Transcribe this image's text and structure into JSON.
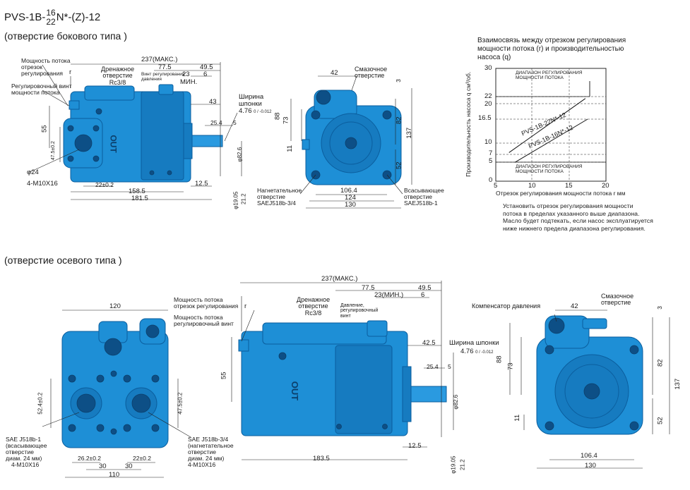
{
  "title": {
    "prefix": "PVS-1B-",
    "sup": "16",
    "sub": "22",
    "suffix": "N*-(Z)-12"
  },
  "section_side": "(отверстие бокового типа  )",
  "section_axial": "(отверстие осевого типа  )",
  "side_view": {
    "flow_rate_adj": [
      "Мощность потока",
      "отрезок",
      "регулирования"
    ],
    "flow_adj_screw": [
      "Регулировочный винт",
      "мощности потока"
    ],
    "drain_port": [
      "Дренажное",
      "отверстие",
      "Rc3/8"
    ],
    "pressure_adj_screw": [
      "Винт регулирования",
      "давления"
    ],
    "min": "МИН.",
    "key_width": [
      "Ширина",
      "шпонки"
    ],
    "key_val": "4.76",
    "key_tol": "0 / -0.012",
    "d237": "237(МАКС.)",
    "d775": "77.5",
    "d495": "49.5",
    "d23": "23",
    "d6": "6",
    "d43": "43",
    "d254": "25.4",
    "d5": "5",
    "d55": "55",
    "d475": "47.5±0.2",
    "d826": "φ82.6",
    "phi24": "φ24",
    "bolt": "4-M10X16",
    "d22": "22±0.2",
    "d125": "12.5",
    "d1585": "158.5",
    "d1815": "181.5",
    "phi1905": "φ19.05",
    "d212": "21.2",
    "r": "r"
  },
  "front_view": {
    "lubrication": [
      "Смазочное",
      "отверстие"
    ],
    "d42": "42",
    "d3": "3",
    "d88": "88",
    "d73": "73",
    "d82": "82",
    "d137": "137",
    "d11": "11",
    "d52": "52",
    "d1064": "106.4",
    "d124": "124",
    "d130": "130",
    "discharge": [
      "Нагнетательное",
      "отверстие",
      "SAEJ518b-3/4"
    ],
    "suction": [
      "Всасывающее",
      "отверстие",
      "SAEJ518b-1"
    ]
  },
  "graph": {
    "title": [
      "Взаимосвязь между отрезком регулирования",
      "мощности потока (r) и производительностью",
      "насоса (q)"
    ],
    "ylabel": "Производительность насоса q см³/об.",
    "xlabel": "Отрезок регулирования мощности потока r мм",
    "upper_range": [
      "ДИАПАЗОН РЕГУЛИРОВАНИЯ",
      "МОЩНОСТИ ПОТОКА"
    ],
    "lower_range": [
      "ДИАПАЗОН РЕГУЛИРОВАНИЯ",
      "МОЩНОСТИ ПОТОКА"
    ],
    "line1": "PVS-1B-22N*-12",
    "line2": "PVS-1B-16N*-12",
    "yticks": [
      "30",
      "22",
      "20",
      "16.5",
      "10",
      "7",
      "5",
      "0"
    ],
    "xticks": [
      "5",
      "10",
      "15",
      "20"
    ]
  },
  "chart_data": {
    "type": "line",
    "title": "Взаимосвязь между отрезком регулирования мощности потока (r) и производительностью насоса (q)",
    "xlabel": "Отрезок регулирования мощности потока r мм",
    "ylabel": "Производительность насоса q см³/об.",
    "xlim": [
      5,
      20
    ],
    "ylim": [
      0,
      30
    ],
    "grid": true,
    "series": [
      {
        "name": "PVS-1B-22N*-12",
        "x": [
          6.8,
          17.2
        ],
        "y": [
          7.6,
          22
        ]
      },
      {
        "name": "PVS-1B-16N*-12",
        "x": [
          7.6,
          17.5
        ],
        "y": [
          5,
          16.5
        ]
      }
    ],
    "bands": [
      {
        "label": "ДИАПАЗОН РЕГУЛИРОВАНИЯ МОЩНОСТИ ПОТОКА",
        "y": [
          22,
          30
        ]
      },
      {
        "label": "ДИАПАЗОН РЕГУЛИРОВАНИЯ МОЩНОСТИ ПОТОКА",
        "y": [
          0,
          5
        ]
      }
    ]
  },
  "note": [
    "Установить отрезок регулирования мощности",
    "потока в пределах указанного выше диапазона.",
    "Масло будет подтекать, если насос эксплуатируется",
    "ниже нижнего предела диапазона регулирования."
  ],
  "axial_rear": {
    "d120": "120",
    "d524": "52.4±0.2",
    "d475": "47.5±0.2",
    "suction": [
      "SAE J518b-1",
      "(всасывающее",
      "отверстие",
      "диам. 24 мм)",
      "4-M10X16"
    ],
    "discharge": [
      "SAE J518b-3/4",
      "(нагнетательное",
      "отверстие",
      "диам. 24 мм)",
      "4-M10X16"
    ],
    "d262": "26.2±0.2",
    "d22": "22±0.2",
    "d30a": "30",
    "d30b": "30",
    "d110": "110"
  },
  "axial_side": {
    "d237": "237(МАКС.)",
    "flow_rate_adj": [
      "Мощность потока",
      "отрезок регулирования"
    ],
    "flow_adj_screw": [
      "Мощность потока",
      "регулировочный винт"
    ],
    "drain_port": [
      "Дренажное",
      "отверстие",
      "Rc3/8"
    ],
    "pressure_adj": [
      "Давление,",
      "регулировочный",
      "винт"
    ],
    "d775": "77.5",
    "d495": "49.5",
    "d23": "23(МИН.)",
    "d6": "6",
    "d425": "42.5",
    "key_width": "Ширина шпонки",
    "key_val": "4.76",
    "key_tol": "0 / -0.012",
    "d254": "25.4",
    "d5": "5",
    "d55": "55",
    "d826": "φ82.6",
    "d125": "12.5",
    "d1835": "183.5",
    "phi1905": "φ19.05",
    "d212": "21.2",
    "r": "r",
    "out": "OUT"
  },
  "axial_front": {
    "compensator": "Компенсатор давления",
    "lubrication": [
      "Смазочное",
      "отверстие"
    ],
    "d42": "42",
    "d3": "3",
    "d88": "88",
    "d73": "73",
    "d82": "82",
    "d137": "137",
    "d11": "11",
    "d52": "52",
    "d1064": "106.4",
    "d130": "130"
  },
  "colors": {
    "pump": "#1e8fd6",
    "pump_dark": "#0b5e9e",
    "line": "#1a1a1a"
  }
}
